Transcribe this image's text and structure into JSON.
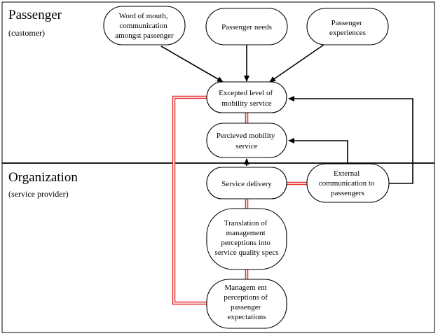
{
  "sections": {
    "passenger": {
      "title": "Passenger",
      "subtitle": "(customer)"
    },
    "organization": {
      "title": "Organization",
      "subtitle": "(service provider)"
    }
  },
  "nodes": {
    "word_of_mouth": [
      "Word of mouth,",
      "communication",
      "amongst passenger"
    ],
    "passenger_needs": [
      "Passenger needs"
    ],
    "passenger_experiences": [
      "Passenger",
      "experiences"
    ],
    "expected_level": [
      "Excepted level of",
      "mobility service"
    ],
    "perceived_service": [
      "Percieved mobility",
      "service"
    ],
    "service_delivery": [
      "Service delivery"
    ],
    "external_communication": [
      "External",
      "communication to",
      "passengers"
    ],
    "translation": [
      "Translation of",
      "management",
      "perceptions into",
      "service quality specs"
    ],
    "management_perceptions": [
      "Managem ent",
      "perceptions of",
      "passenger",
      "expectations"
    ]
  },
  "colors": {
    "gap_link": "#e03030",
    "stroke": "#000000",
    "fill": "#ffffff"
  }
}
